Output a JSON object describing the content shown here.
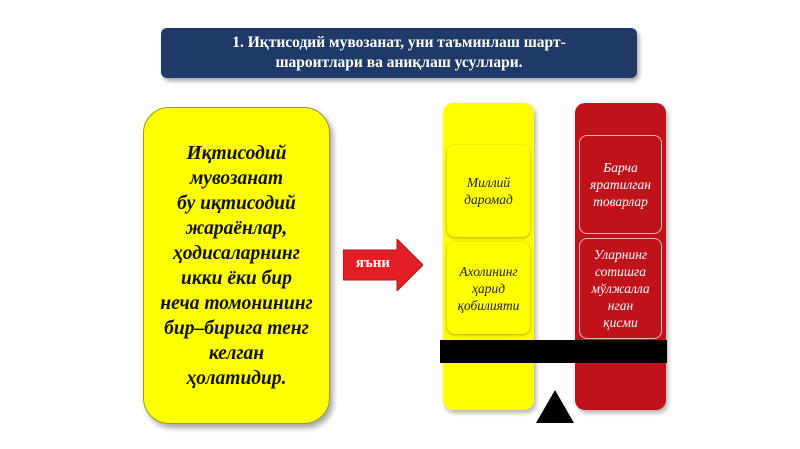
{
  "title": {
    "line1": "1. Иқтисодий мувозанат, уни таъминлаш шарт-",
    "line2": "шароитлари ва аниқлаш усуллари."
  },
  "definition": {
    "lines": [
      "Иқтисодий",
      "мувозанат",
      "бу иқтисодий",
      "жараёнлар,",
      "ҳодисаларнинг",
      "икки ёки бир",
      "неча томонининг",
      "бир–бирига тенг",
      "келган",
      "ҳолатидир."
    ]
  },
  "arrow": {
    "label": "яъни",
    "color": "#e31e24"
  },
  "left_column": {
    "color": "#ffff00",
    "cells": [
      {
        "lines": [
          "Миллий",
          "даромад"
        ]
      },
      {
        "lines": [
          "Ахолининг",
          "ҳарид",
          "қобилияти"
        ]
      }
    ]
  },
  "right_column": {
    "color": "#c0121a",
    "cells": [
      {
        "lines": [
          "Барча",
          "яратилган",
          "товарлар"
        ]
      },
      {
        "lines": [
          "Уларнинг",
          "сотишга",
          "мўлжалла",
          "нган",
          "қисми"
        ]
      }
    ]
  },
  "colors": {
    "title_bg": "#1f3a68",
    "beam": "#000000"
  },
  "icons": {
    "arrow": "right-arrow-icon",
    "fulcrum": "triangle-fulcrum-icon"
  }
}
